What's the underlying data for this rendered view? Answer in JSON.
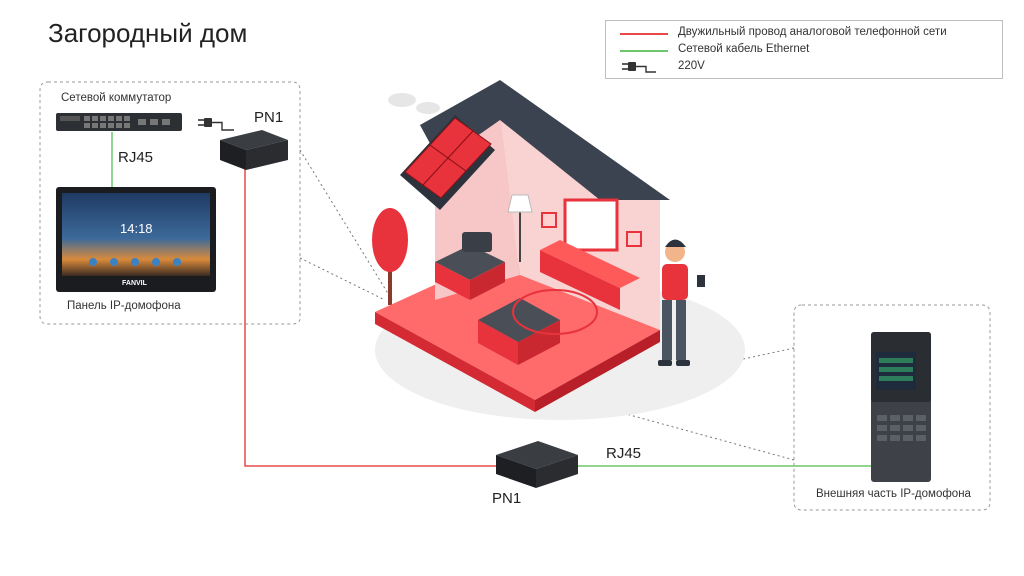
{
  "title": "Загородный дом",
  "legend": {
    "items": [
      {
        "label": "Двужильный провод аналоговой телефонной сети",
        "color": "#e84a4a",
        "icon": "line"
      },
      {
        "label": "Сетевой кабель Ethernet",
        "color": "#6cc86c",
        "icon": "line"
      },
      {
        "label": "220V",
        "color": "#333333",
        "icon": "power-plug-icon"
      }
    ]
  },
  "devices": {
    "switch_label": "Сетевой коммутатор",
    "rj45_top": "RJ45",
    "pn1_top": "PN1",
    "panel_label": "Панель IP-домофона",
    "pn1_bottom": "PN1",
    "rj45_bottom": "RJ45",
    "outdoor_label": "Внешняя часть IP-домофона"
  },
  "screen": {
    "time": "14:18",
    "brand": "FANVIL"
  },
  "colors": {
    "analog_wire": "#e84a4a",
    "ethernet": "#6cc86c",
    "house_red": "#e8323c",
    "dark": "#2f3a45"
  }
}
